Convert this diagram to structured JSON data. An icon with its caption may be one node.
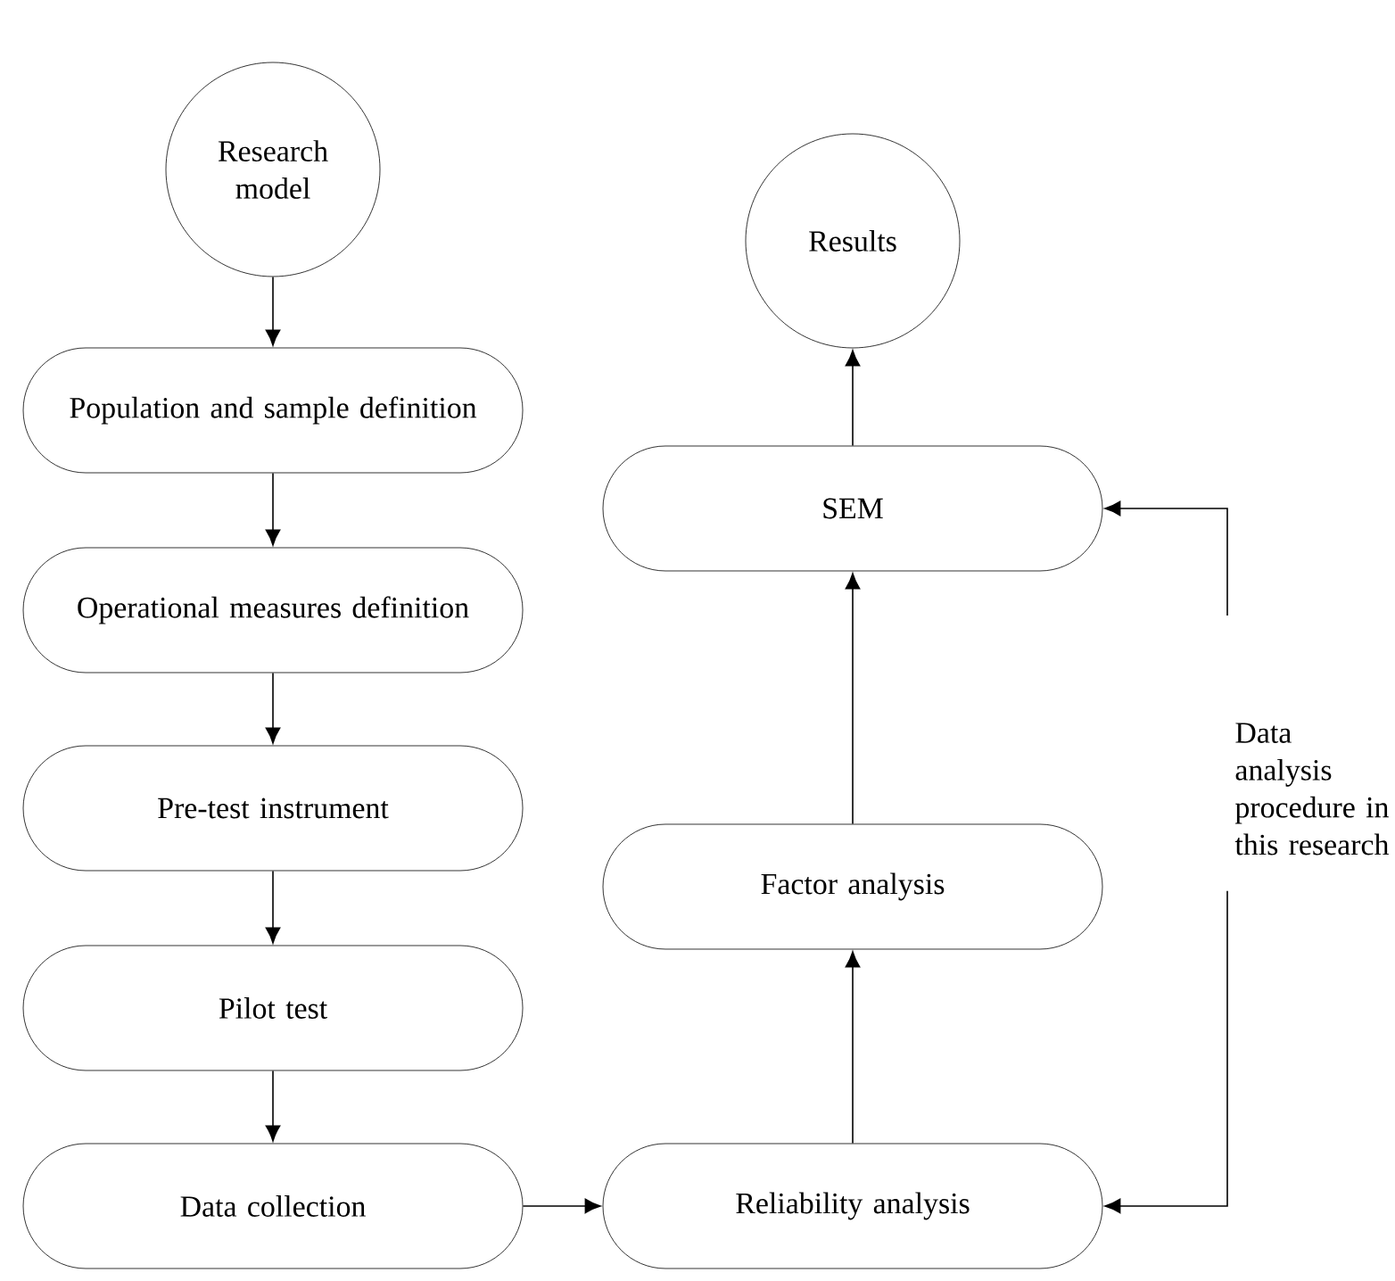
{
  "diagram": {
    "nodes": [
      {
        "text": [
          "Research model"
        ]
      },
      {
        "text": [
          "Population and sample definition"
        ]
      },
      {
        "text": [
          "Operational measures definition"
        ]
      },
      {
        "text": [
          "Pre-test instrument"
        ]
      },
      {
        "text": [
          "Pilot test"
        ]
      },
      {
        "text": [
          "Data collection"
        ]
      },
      {
        "text": [
          "Reliability analysis"
        ]
      },
      {
        "text": [
          "Factor analysis"
        ]
      },
      {
        "text": [
          "SEM"
        ]
      },
      {
        "text": [
          "Results"
        ]
      },
      {
        "text": [
          "Data analysis procedure in this research"
        ]
      }
    ],
    "edges": [
      {
        "from": 0,
        "to": 1,
        "arrow": "to"
      },
      {
        "from": 1,
        "to": 2,
        "arrow": "to"
      },
      {
        "from": 2,
        "to": 3,
        "arrow": "to"
      },
      {
        "from": 3,
        "to": 4,
        "arrow": "to"
      },
      {
        "from": 4,
        "to": 5,
        "arrow": "to"
      },
      {
        "from": 5,
        "to": 6,
        "arrow": "to"
      },
      {
        "from": 6,
        "to": 7,
        "arrow": "to"
      },
      {
        "from": 7,
        "to": 8,
        "arrow": "to"
      },
      {
        "from": 8,
        "to": 9,
        "arrow": "to"
      },
      {
        "from": 10,
        "to": 8,
        "arrow": "to"
      },
      {
        "from": 10,
        "to": 6,
        "arrow": "to"
      }
    ]
  }
}
